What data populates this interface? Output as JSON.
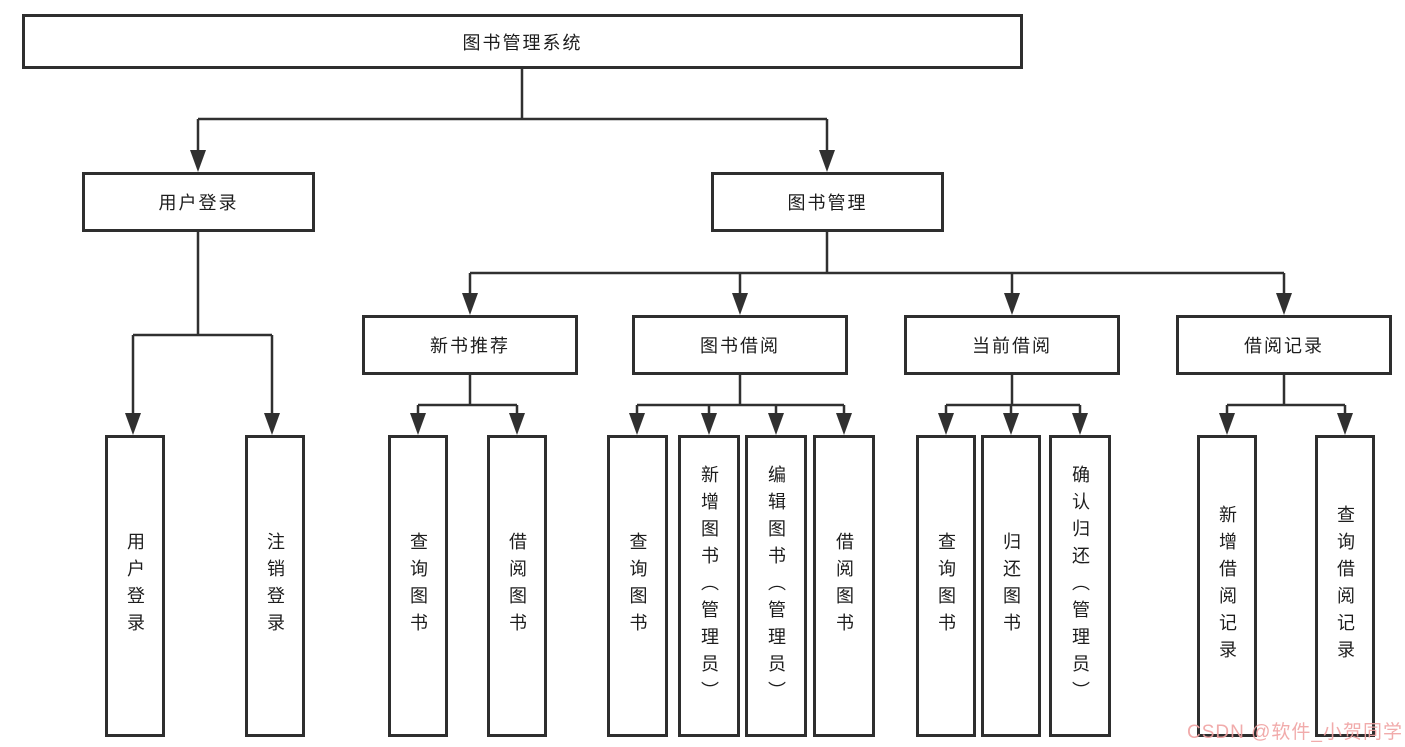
{
  "diagram_type": "hierarchy-tree",
  "tree": {
    "label": "图书管理系统",
    "children": [
      {
        "label": "用户登录",
        "children": [
          {
            "label": "用户登录"
          },
          {
            "label": "注销登录"
          }
        ]
      },
      {
        "label": "图书管理",
        "children": [
          {
            "label": "新书推荐",
            "children": [
              {
                "label": "查询图书"
              },
              {
                "label": "借阅图书"
              }
            ]
          },
          {
            "label": "图书借阅",
            "children": [
              {
                "label": "查询图书"
              },
              {
                "label": "新增图书（管理员）"
              },
              {
                "label": "编辑图书（管理员）"
              },
              {
                "label": "借阅图书"
              }
            ]
          },
          {
            "label": "当前借阅",
            "children": [
              {
                "label": "查询图书"
              },
              {
                "label": "归还图书"
              },
              {
                "label": "确认归还（管理员）"
              }
            ]
          },
          {
            "label": "借阅记录",
            "children": [
              {
                "label": "新增借阅记录"
              },
              {
                "label": "查询借阅记录"
              }
            ]
          }
        ]
      }
    ]
  },
  "watermark": {
    "text": "CSDN @软件_小贺同学"
  },
  "colors": {
    "line": "#303030",
    "box_border": "#2e2e2e",
    "text": "#1d1d1d",
    "watermark": "#f0a3a3",
    "background": "#ffffff"
  }
}
